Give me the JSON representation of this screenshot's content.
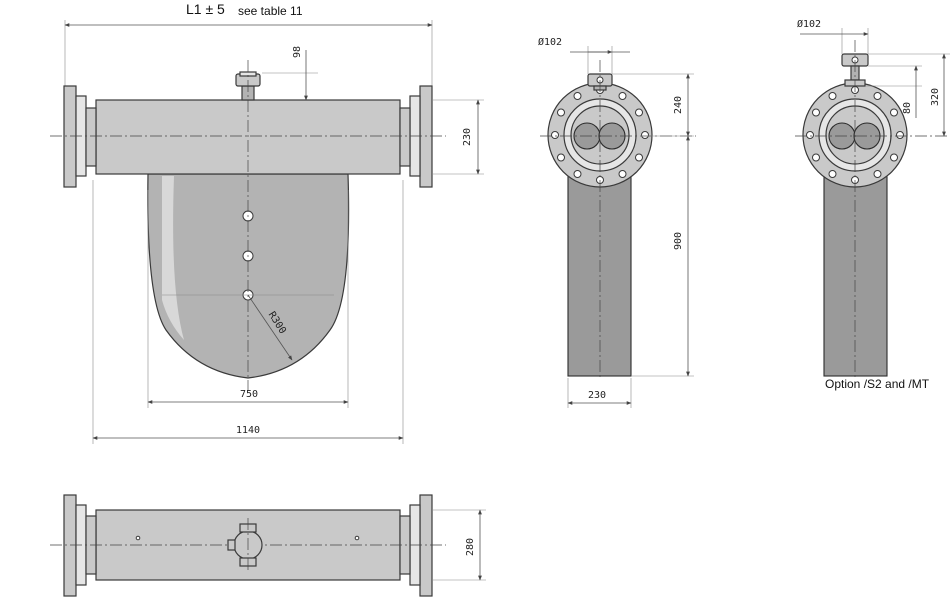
{
  "top_label": {
    "main": "L1 ± 5",
    "note": "see table 11"
  },
  "dimensions": {
    "d98": "98",
    "d230_side": "230",
    "r300": "R300",
    "d750": "750",
    "d1140": "1140",
    "d280": "280",
    "dia102_a": "Ø102",
    "d240": "240",
    "d900": "900",
    "d230_front": "230",
    "dia102_b": "Ø102",
    "d80": "80",
    "d320": "320"
  },
  "option_caption": "Option /S2 and /MT"
}
